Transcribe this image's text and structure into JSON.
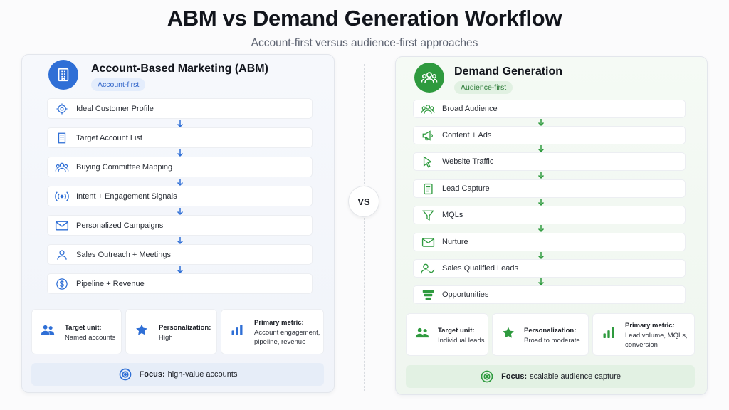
{
  "title": "ABM vs Demand Generation Workflow",
  "subtitle": "Account-first versus audience-first approaches",
  "vs_label": "VS",
  "colors": {
    "abm_accent": "#2f6fd6",
    "dg_accent": "#2e9a3e"
  },
  "abm": {
    "title": "Account-Based Marketing (ABM)",
    "badge": "Account-first",
    "steps": [
      {
        "label": "Ideal Customer Profile",
        "icon": "target-icon"
      },
      {
        "label": "Target Account List",
        "icon": "building-icon"
      },
      {
        "label": "Buying Committee Mapping",
        "icon": "group-icon"
      },
      {
        "label": "Intent + Engagement Signals",
        "icon": "signal-icon"
      },
      {
        "label": "Personalized Campaigns",
        "icon": "mail-icon"
      },
      {
        "label": "Sales Outreach + Meetings",
        "icon": "person-icon"
      },
      {
        "label": "Pipeline + Revenue",
        "icon": "dollar-icon"
      }
    ],
    "stats": [
      {
        "label": "Target unit:",
        "value": "Named accounts",
        "icon": "people-icon"
      },
      {
        "label": "Personalization:",
        "value": "High",
        "icon": "star-icon"
      },
      {
        "label": "Primary metric:",
        "value": "Account engagement, pipeline, revenue",
        "icon": "bar-chart-icon"
      }
    ],
    "focus_label": "Focus:",
    "focus_value": "high-value accounts"
  },
  "dg": {
    "title": "Demand Generation",
    "badge": "Audience-first",
    "steps": [
      {
        "label": "Broad Audience",
        "icon": "group-icon"
      },
      {
        "label": "Content + Ads",
        "icon": "megaphone-icon"
      },
      {
        "label": "Website Traffic",
        "icon": "cursor-icon"
      },
      {
        "label": "Lead Capture",
        "icon": "form-icon"
      },
      {
        "label": "MQLs",
        "icon": "funnel-icon"
      },
      {
        "label": "Nurture",
        "icon": "mail-icon"
      },
      {
        "label": "Sales Qualified Leads",
        "icon": "user-check-icon"
      },
      {
        "label": "Opportunities",
        "icon": "stack-icon"
      }
    ],
    "stats": [
      {
        "label": "Target unit:",
        "value": "Individual leads",
        "icon": "people-icon"
      },
      {
        "label": "Personalization:",
        "value": "Broad to moderate",
        "icon": "star-icon"
      },
      {
        "label": "Primary metric:",
        "value": "Lead volume, MQLs, conversion",
        "icon": "bar-chart-icon"
      }
    ],
    "focus_label": "Focus:",
    "focus_value": "scalable audience capture"
  }
}
